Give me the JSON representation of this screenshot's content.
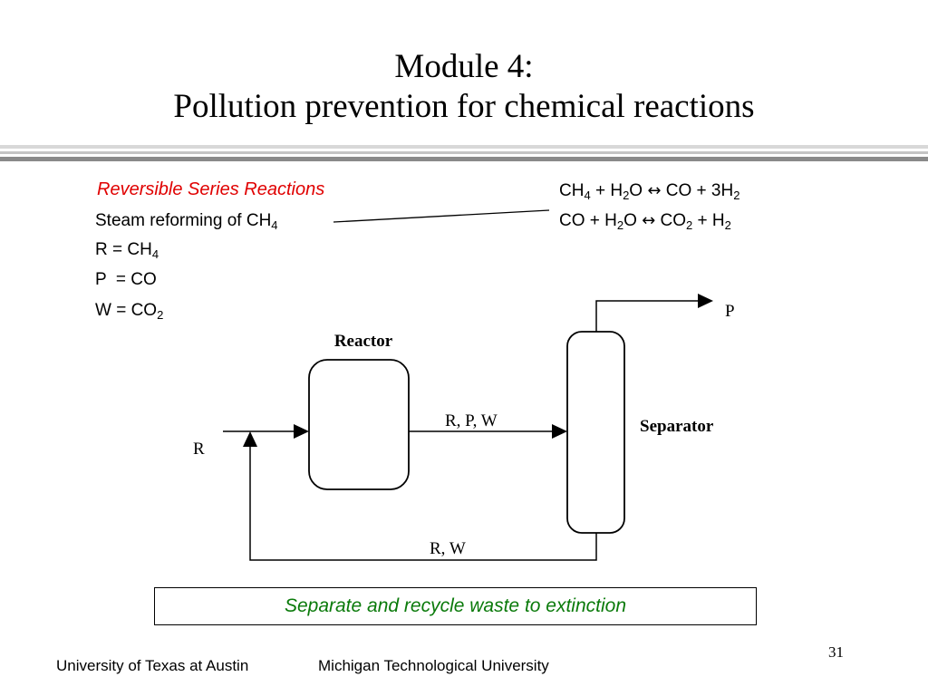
{
  "slide": {
    "title_line1": "Module 4:",
    "title_line2": "Pollution prevention for chemical reactions",
    "page_number": "31"
  },
  "left": {
    "heading": "Reversible Series Reactions",
    "steam_prefix": "Steam reforming of CH",
    "steam_sub": "4",
    "r_prefix": "R = CH",
    "r_sub": "4",
    "p_line": "P  = CO",
    "w_prefix": "W = CO",
    "w_sub": "2"
  },
  "equations": {
    "eq1": {
      "a": "CH",
      "a_sub": "4",
      "b": " + H",
      "b_sub": "2",
      "c": "O ",
      "arrow": "↔",
      "d": " CO + 3H",
      "d_sub": "2"
    },
    "eq2": {
      "a": "CO + H",
      "a_sub": "2",
      "b": "O ",
      "arrow": "↔",
      "c": " CO",
      "c_sub": "2",
      "d": " + H",
      "d_sub": "2"
    }
  },
  "diagram": {
    "reactor_label": "Reactor",
    "separator_label": "Separator",
    "feed_label": "R",
    "product_label": "P",
    "forward_label": "R, P, W",
    "recycle_label": "R, W"
  },
  "callout": {
    "text": "Separate and recycle waste to extinction",
    "color": "#0a7a0a"
  },
  "footer": {
    "left": "University of Texas at Austin",
    "right": "Michigan Technological University"
  },
  "colors": {
    "heading": "#e00000",
    "rule_dark": "#8a8a8a",
    "rule_light": "#d8d8d8"
  }
}
